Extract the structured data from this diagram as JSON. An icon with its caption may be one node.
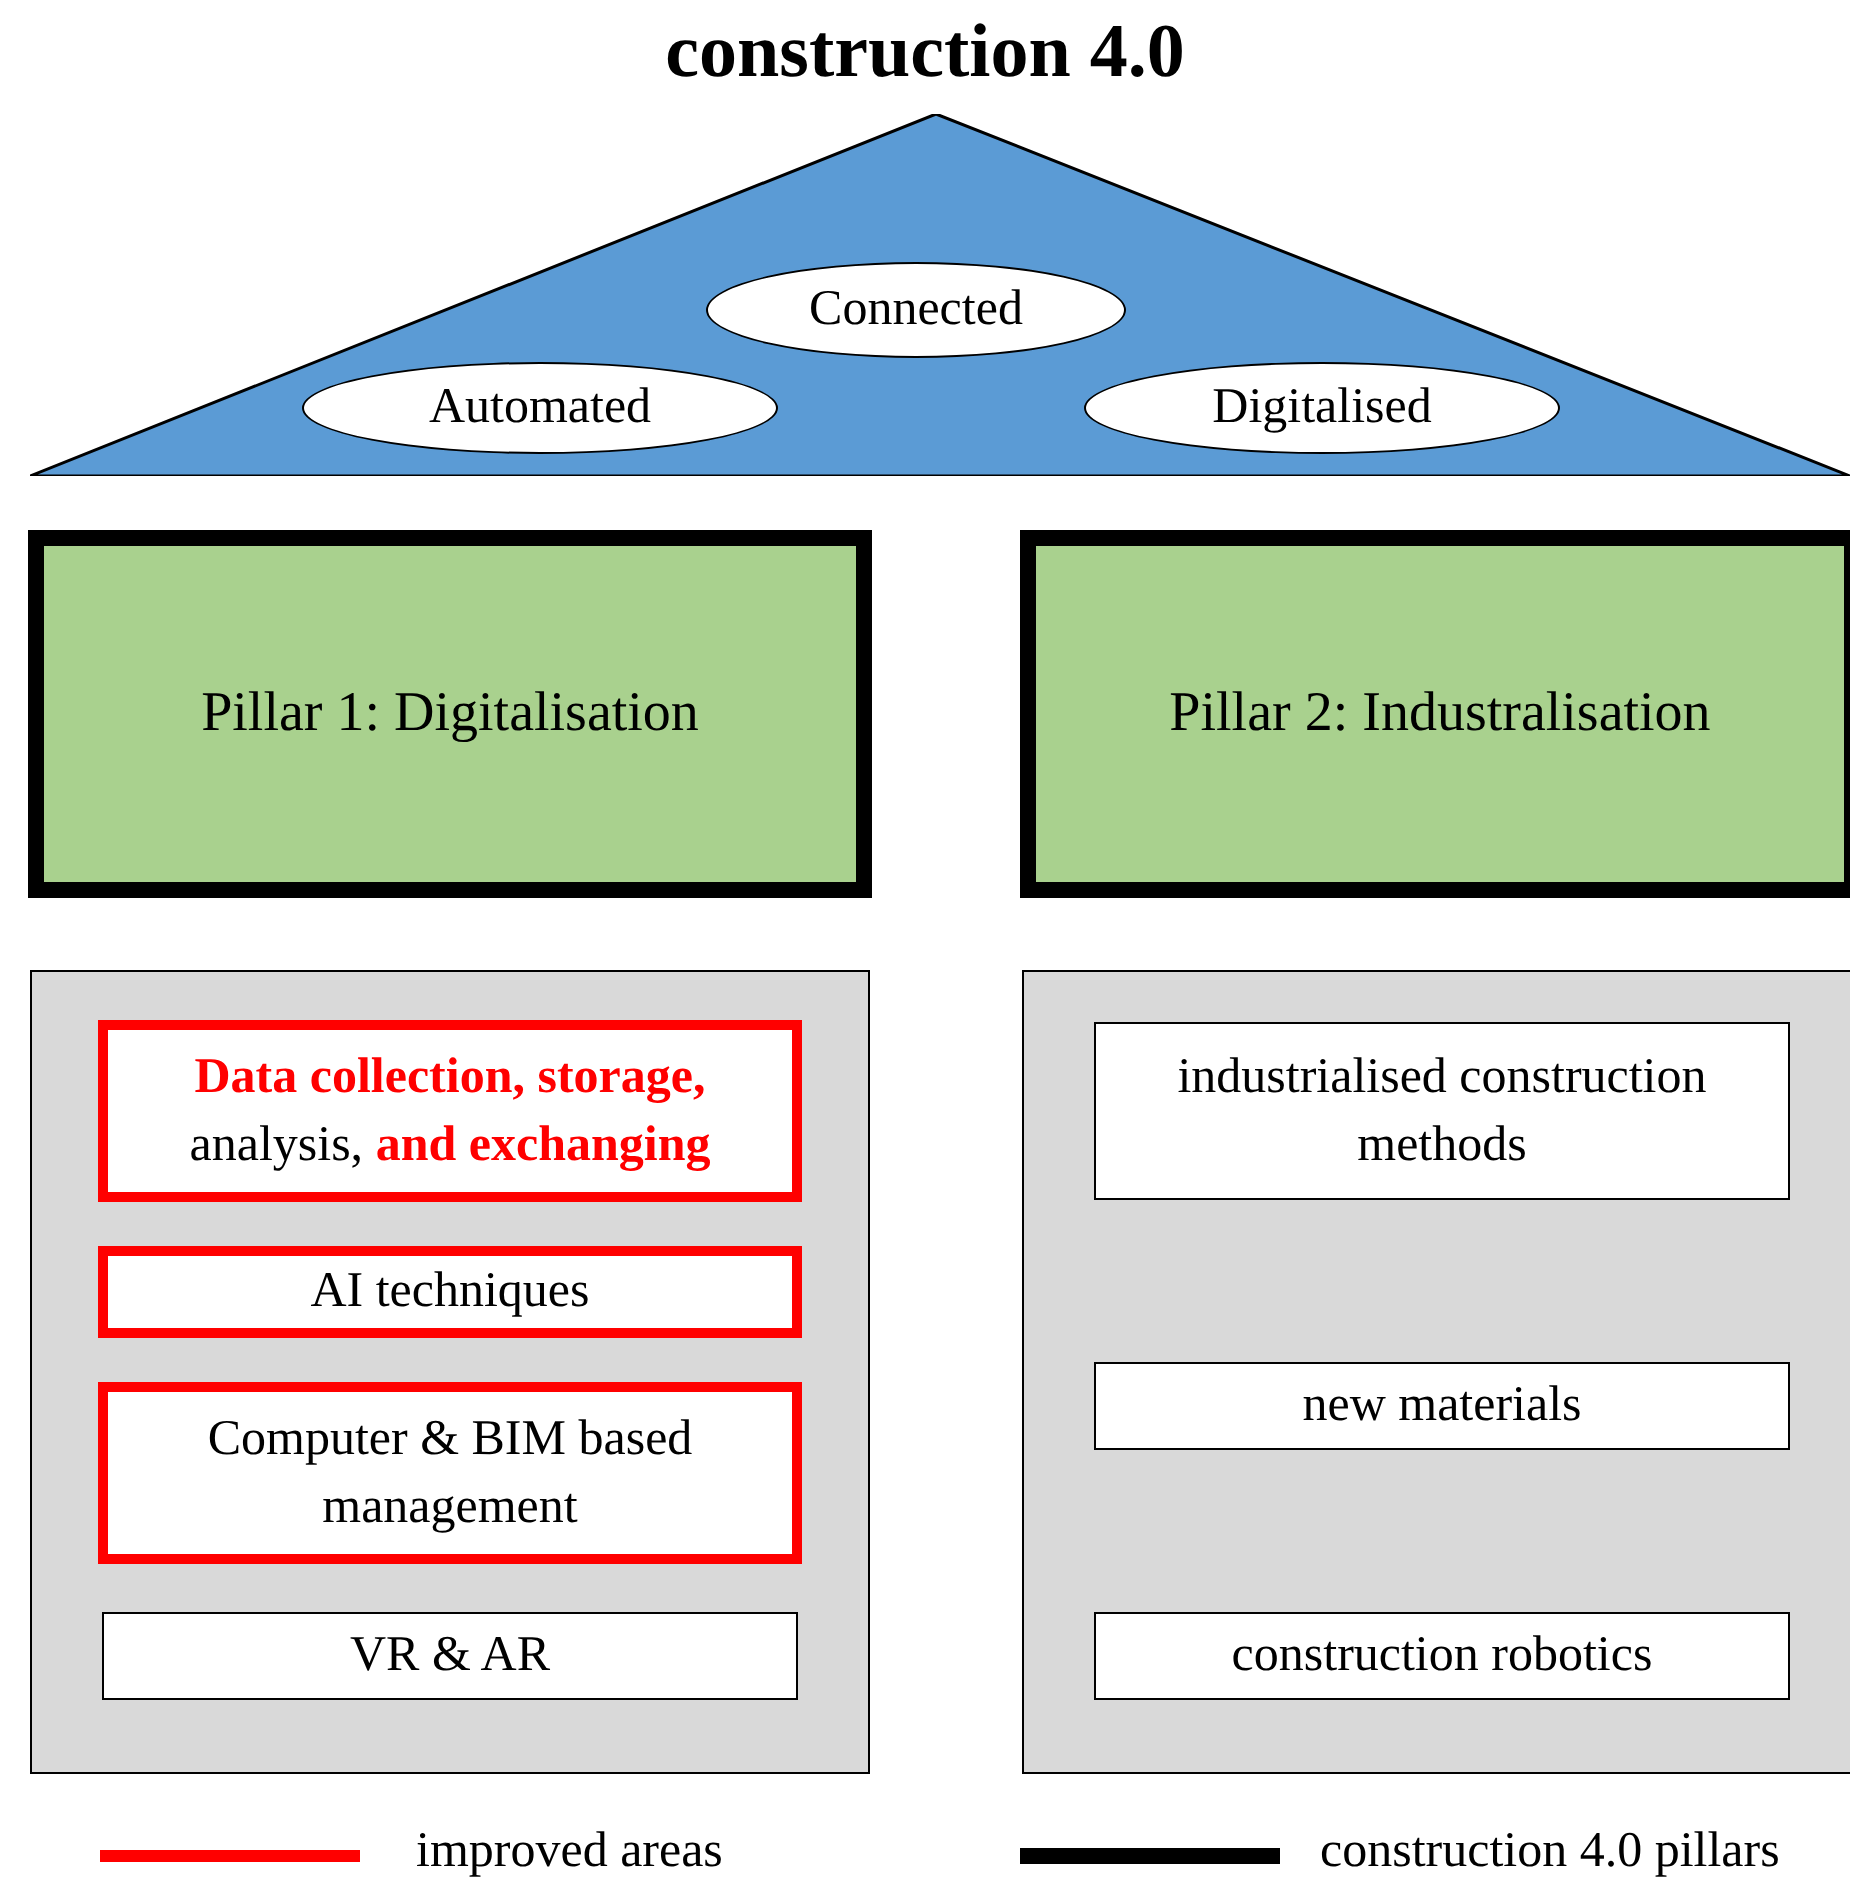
{
  "diagram": {
    "title": "construction 4.0",
    "nodes": [
      {
        "text": [],
        "shape": "triangle"
      },
      {
        "text": [
          "Connected"
        ],
        "in": 0
      },
      {
        "text": [
          "Automated"
        ],
        "in": 0
      },
      {
        "text": [
          "Digitalised"
        ],
        "in": 0
      },
      {
        "text": [
          "Pillar 1: Digitalisation"
        ]
      },
      {
        "text": [
          "Pillar 2: Industralisation"
        ]
      },
      {
        "text": [],
        "shape": "box"
      },
      {
        "text": [
          "**Data collection, storage,** analysis, **and exchanging**"
        ],
        "in": 6
      },
      {
        "text": [
          "AI techniques"
        ],
        "in": 6
      },
      {
        "text": [
          "Computer & BIM based management"
        ],
        "in": 6
      },
      {
        "text": [
          "VR & AR"
        ],
        "in": 6
      },
      {
        "text": [],
        "shape": "box"
      },
      {
        "text": [
          "industrialised construction methods"
        ],
        "in": 11
      },
      {
        "text": [
          "new materials"
        ],
        "in": 11
      },
      {
        "text": [
          "construction robotics"
        ],
        "in": 11
      }
    ],
    "edges": [],
    "legend": [
      {
        "text": "improved areas"
      },
      {
        "text": "construction 4.0 pillars"
      }
    ]
  }
}
